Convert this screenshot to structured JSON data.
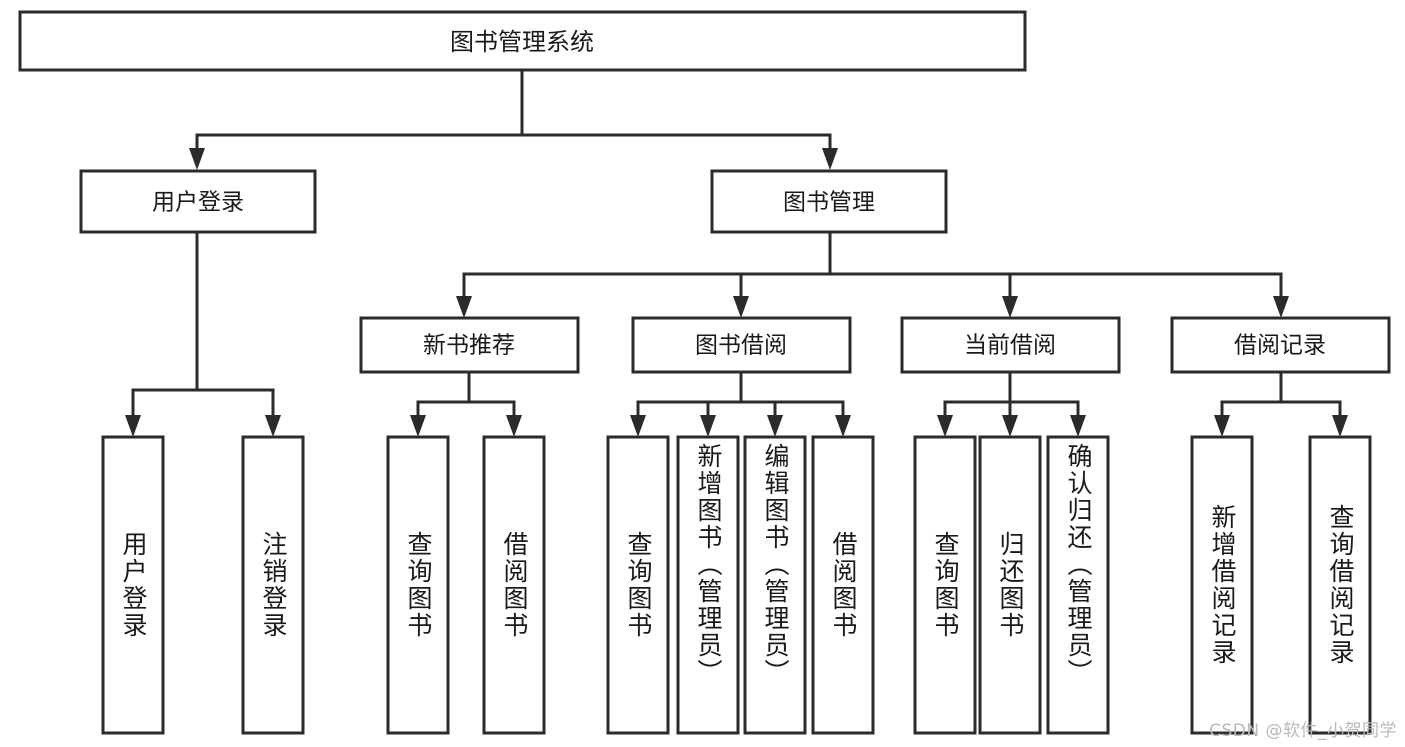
{
  "diagram": {
    "title": "图书管理系统",
    "type": "tree-hierarchy",
    "root": {
      "id": "root",
      "label": "图书管理系统"
    },
    "level2": [
      {
        "id": "user-login",
        "label": "用户登录"
      },
      {
        "id": "book-manage",
        "label": "图书管理"
      }
    ],
    "level3": [
      {
        "id": "new-book-rec",
        "label": "新书推荐",
        "parent": "book-manage"
      },
      {
        "id": "book-borrow",
        "label": "图书借阅",
        "parent": "book-manage"
      },
      {
        "id": "current-borrow",
        "label": "当前借阅",
        "parent": "book-manage"
      },
      {
        "id": "borrow-record",
        "label": "借阅记录",
        "parent": "book-manage"
      }
    ],
    "leaves": [
      {
        "id": "leaf-user-login",
        "label": "用户登录",
        "parent": "user-login"
      },
      {
        "id": "leaf-user-logout",
        "label": "注销登录",
        "parent": "user-login"
      },
      {
        "id": "leaf-query-book-1",
        "label": "查询图书",
        "parent": "new-book-rec"
      },
      {
        "id": "leaf-borrow-book-1",
        "label": "借阅图书",
        "parent": "new-book-rec"
      },
      {
        "id": "leaf-query-book-2",
        "label": "查询图书",
        "parent": "book-borrow"
      },
      {
        "id": "leaf-add-book",
        "label": "新增图书（管理员）",
        "parent": "book-borrow"
      },
      {
        "id": "leaf-edit-book",
        "label": "编辑图书（管理员）",
        "parent": "book-borrow"
      },
      {
        "id": "leaf-borrow-book-2",
        "label": "借阅图书",
        "parent": "book-borrow"
      },
      {
        "id": "leaf-query-book-3",
        "label": "查询图书",
        "parent": "current-borrow"
      },
      {
        "id": "leaf-return-book",
        "label": "归还图书",
        "parent": "current-borrow"
      },
      {
        "id": "leaf-confirm-return",
        "label": "确认归还（管理员）",
        "parent": "current-borrow"
      },
      {
        "id": "leaf-add-record",
        "label": "新增借阅记录",
        "parent": "borrow-record"
      },
      {
        "id": "leaf-query-record",
        "label": "查询借阅记录",
        "parent": "borrow-record"
      }
    ]
  },
  "watermark": {
    "text": "CSDN @软件_小贺同学"
  },
  "colors": {
    "stroke": "#2b2b2b",
    "fill": "#ffffff",
    "text": "#1a1a1a",
    "watermark": "#b9b9b9"
  }
}
